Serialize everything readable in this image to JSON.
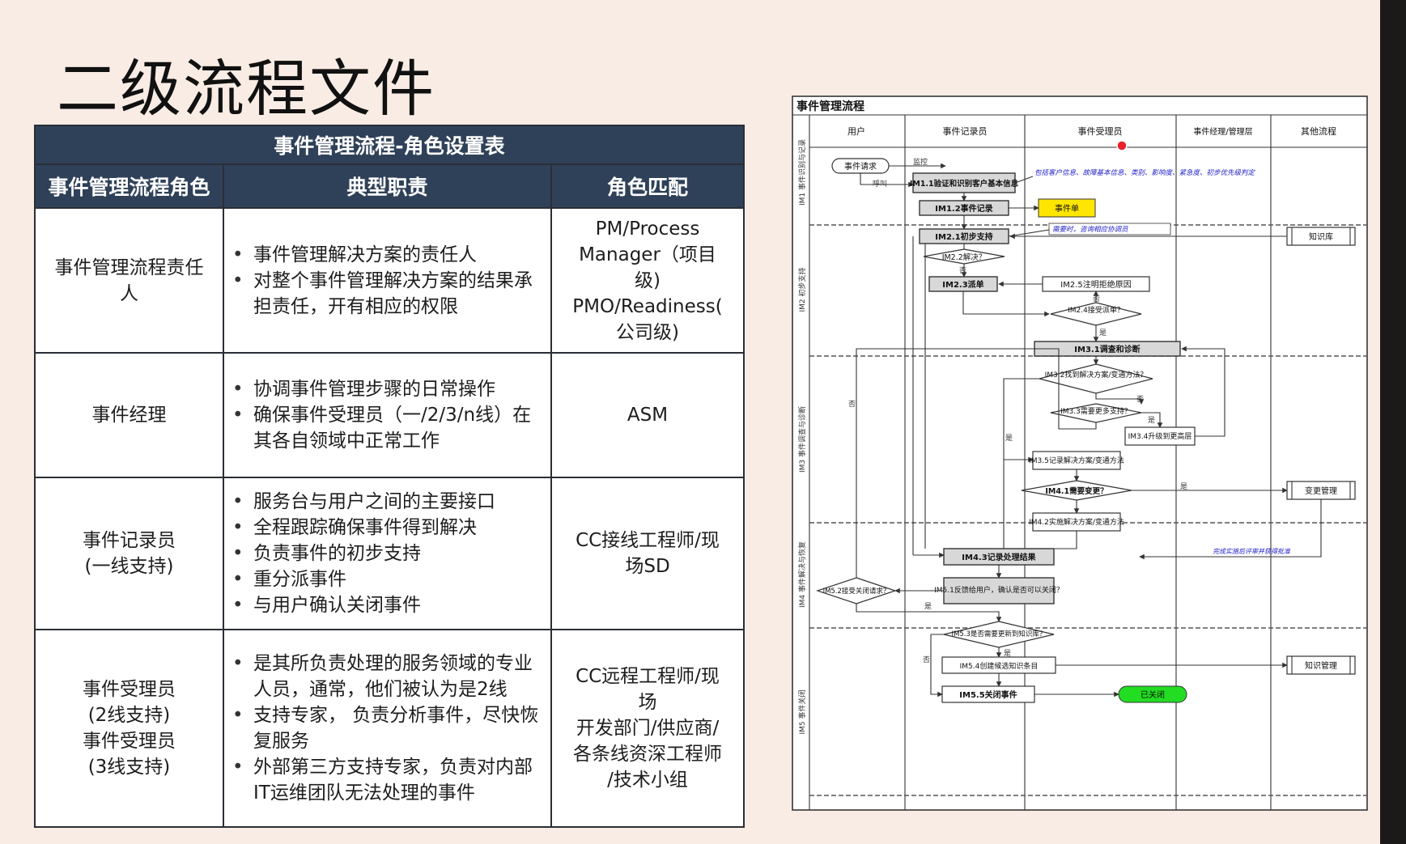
{
  "page": {
    "title": "二级流程文件"
  },
  "table": {
    "caption": "事件管理流程-角色设置表",
    "headers": [
      "事件管理流程角色",
      "典型职责",
      "角色匹配"
    ],
    "rows": [
      {
        "role": [
          "事件管理流程责任",
          "人"
        ],
        "duties": [
          "事件管理解决方案的责任人",
          "对整个事件管理解决方案的结果承担责任，开有相应的权限"
        ],
        "match": [
          "PM/Process",
          "Manager（项目",
          "级)",
          "PMO/Readiness(",
          "公司级)"
        ]
      },
      {
        "role": [
          "事件经理"
        ],
        "duties": [
          "协调事件管理步骤的日常操作",
          "确保事件受理员（一/2/3/n线）在其各自领域中正常工作"
        ],
        "match": [
          "ASM"
        ]
      },
      {
        "role": [
          "事件记录员",
          "(一线支持)"
        ],
        "duties": [
          "服务台与用户之间的主要接口",
          "全程跟踪确保事件得到解决",
          "负责事件的初步支持",
          "重分派事件",
          "与用户确认关闭事件"
        ],
        "match": [
          "CC接线工程师/现",
          "场SD"
        ]
      },
      {
        "role": [
          "事件受理员",
          "(2线支持)",
          "事件受理员",
          "(3线支持)"
        ],
        "duties": [
          "是其所负责处理的服务领域的专业人员，通常，他们被认为是2线",
          "支持专家， 负责分析事件，尽快恢复服务",
          "外部第三方支持专家，负责对内部IT运维团队无法处理的事件"
        ],
        "match": [
          "CC远程工程师/现",
          "场",
          "开发部门/供应商/",
          "各条线资深工程师",
          "/技术小组"
        ]
      }
    ]
  },
  "flowchart": {
    "title": "事件管理流程",
    "lanes": [
      "用户",
      "事件记录员",
      "事件受理员",
      "事件经理/管理层",
      "其他流程"
    ],
    "phases": [
      "IM1 事件识别与记录",
      "IM2 初步支持",
      "IM3 事件调查与诊断",
      "IM4 事件解决与恢复",
      "IM5 事件关闭"
    ],
    "nodes": {
      "request": "事件请求",
      "im11": "IM1.1验证和识别客户基本信息",
      "im12": "IM1.2事件记录",
      "ticket": "事件单",
      "note1": "包括客户信息、故障基本信息、类别、影响度、紧急度、初步优先级判定",
      "im21": "IM2.1初步支持",
      "note2": "需要时，咨询相应协调员",
      "kb": "知识库",
      "im22": "IM2.2解决？",
      "im23": "IM2.3派单",
      "im25": "IM2.5注明拒绝原因",
      "im24": "IM2.4接受派单？",
      "im31": "IM3.1调查和诊断",
      "im32": "IM3.2找到解决方案/变通方法？",
      "im33": "IM3.3需要更多支持？",
      "im34": "IM3.4升级到更高层",
      "im35": "IM3.5记录解决方案/变通方法",
      "im41": "IM4.1需要变更？",
      "change": "变更管理",
      "im42": "IM4.2实施解决方案/变通方法",
      "im43": "IM4.3记录处理结果",
      "note3": "完成实施后评审并获得批准",
      "im52": "IM5.2接受关闭请求？",
      "im51": "IM5.1反馈给用户，确认是否可以关闭？",
      "im53": "IM5.3是否需要更新到知识库？",
      "im54": "IM5.4创建候选知识条目",
      "km": "知识管理",
      "im55": "IM5.5关闭事件",
      "closed": "已关闭",
      "monitor": "监控",
      "phone": "呼叫",
      "yes": "是",
      "no": "否"
    },
    "colors": {
      "ticket": "#ffe600",
      "closed": "#22dd22",
      "marker": "#e8202a",
      "header": "#2f4159"
    }
  }
}
